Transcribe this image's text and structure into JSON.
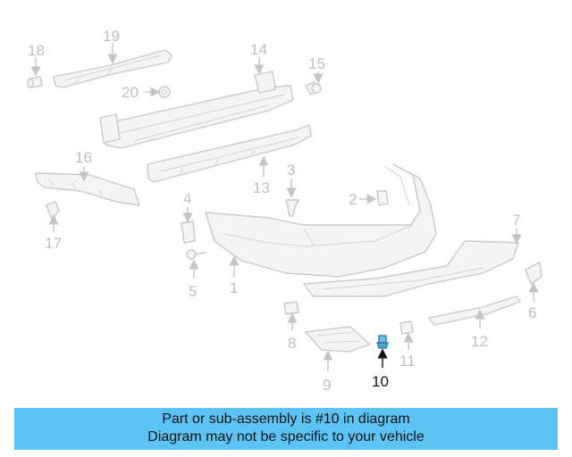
{
  "diagram": {
    "callouts": [
      "1",
      "2",
      "3",
      "4",
      "5",
      "6",
      "7",
      "8",
      "9",
      "10",
      "11",
      "12",
      "13",
      "14",
      "15",
      "16",
      "17",
      "18",
      "19",
      "20"
    ],
    "highlighted_callout": "10",
    "highlight_color": "#4aa8d8"
  },
  "banner": {
    "line1": "Part or sub-assembly is #10 in diagram",
    "line2": "Diagram may not be specific to your vehicle",
    "background": "#5cc4f4"
  }
}
